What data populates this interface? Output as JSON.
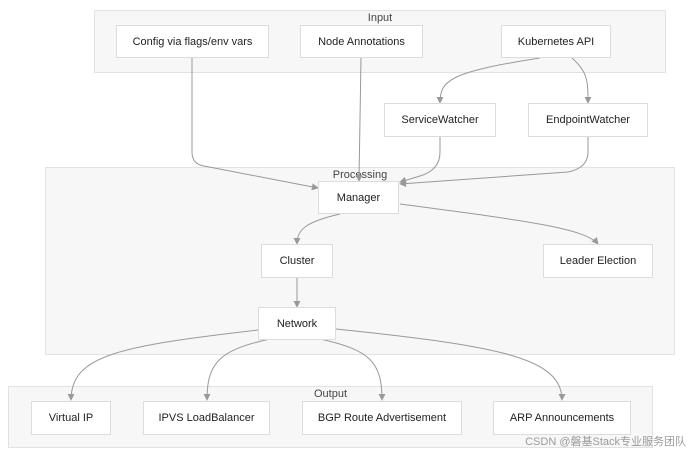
{
  "groups": {
    "input": "Input",
    "processing": "Processing",
    "output": "Output"
  },
  "nodes": {
    "config": "Config via flags/env vars",
    "annotations": "Node Annotations",
    "k8s_api": "Kubernetes API",
    "service_watcher": "ServiceWatcher",
    "endpoint_watcher": "EndpointWatcher",
    "manager": "Manager",
    "cluster": "Cluster",
    "leader_election": "Leader Election",
    "network": "Network",
    "virtual_ip": "Virtual IP",
    "ipvs": "IPVS LoadBalancer",
    "bgp": "BGP Route Advertisement",
    "arp": "ARP Announcements"
  },
  "edges": [
    [
      "config",
      "manager"
    ],
    [
      "annotations",
      "manager"
    ],
    [
      "k8s_api",
      "service_watcher"
    ],
    [
      "k8s_api",
      "endpoint_watcher"
    ],
    [
      "service_watcher",
      "manager"
    ],
    [
      "endpoint_watcher",
      "manager"
    ],
    [
      "manager",
      "cluster"
    ],
    [
      "manager",
      "leader_election"
    ],
    [
      "cluster",
      "network"
    ],
    [
      "network",
      "virtual_ip"
    ],
    [
      "network",
      "ipvs"
    ],
    [
      "network",
      "bgp"
    ],
    [
      "network",
      "arp"
    ]
  ],
  "watermark": "CSDN @磐基Stack专业服务团队",
  "colors": {
    "edge": "#999999",
    "group_bg": "#f7f7f7",
    "node_border": "#dcdcdc"
  }
}
